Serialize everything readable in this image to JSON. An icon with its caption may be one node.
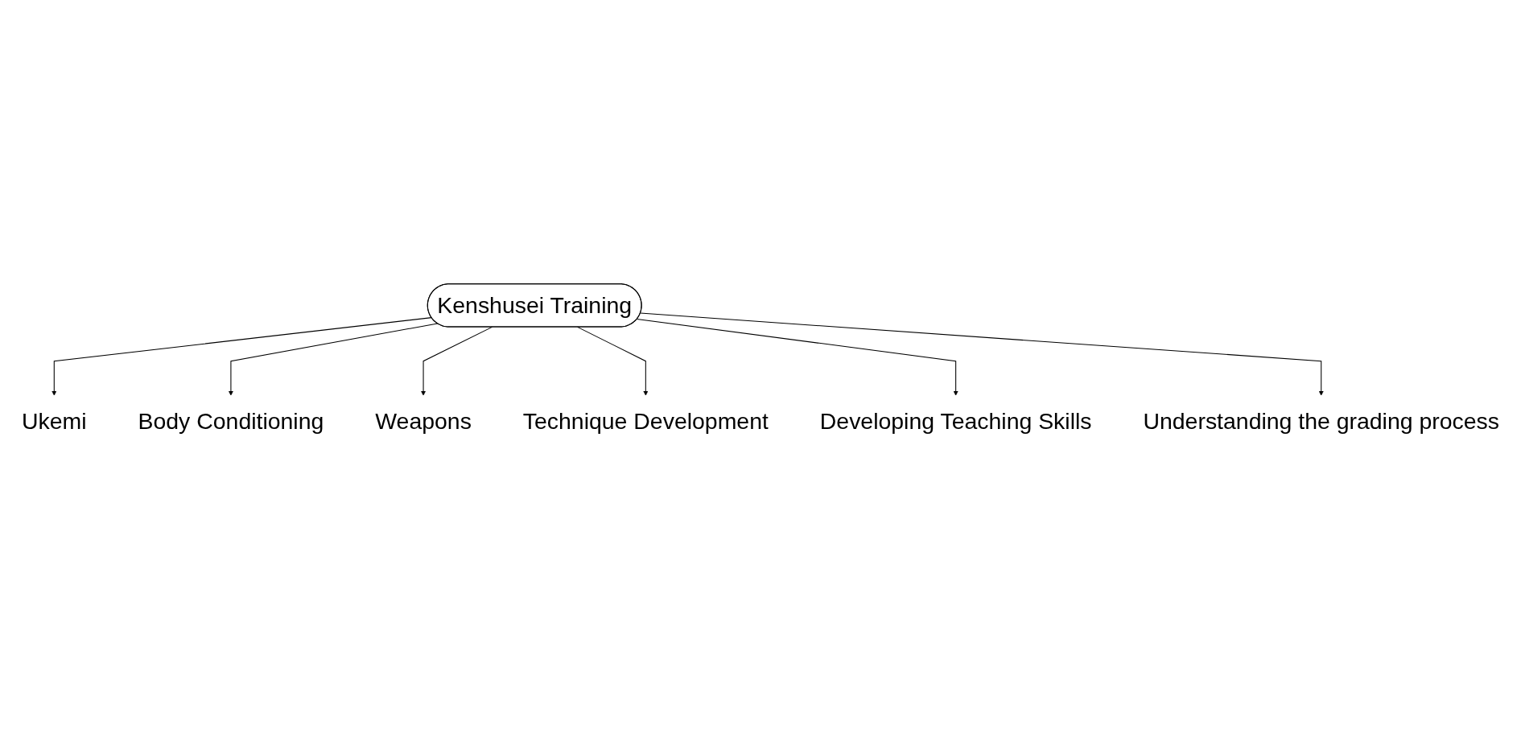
{
  "diagram": {
    "nodes": [
      {
        "text": [
          "Ukemi"
        ]
      },
      {
        "text": [
          "Body Conditioning"
        ]
      },
      {
        "text": [
          "Weapons"
        ]
      },
      {
        "text": [
          "Kenshusei Training"
        ]
      },
      {
        "text": [
          "Technique Development"
        ]
      },
      {
        "text": [
          "Understanding the grading process"
        ]
      },
      {
        "text": [
          "Developing Teaching Skills"
        ]
      }
    ],
    "edges": [
      {
        "from": 3,
        "to": 0,
        "arrow": "to"
      },
      {
        "from": 3,
        "to": 1,
        "arrow": "to"
      },
      {
        "from": 3,
        "to": 2,
        "arrow": "to"
      },
      {
        "from": 3,
        "to": 4,
        "arrow": "to"
      },
      {
        "from": 3,
        "to": 6,
        "arrow": "to"
      },
      {
        "from": 3,
        "to": 5,
        "arrow": "to"
      }
    ]
  }
}
